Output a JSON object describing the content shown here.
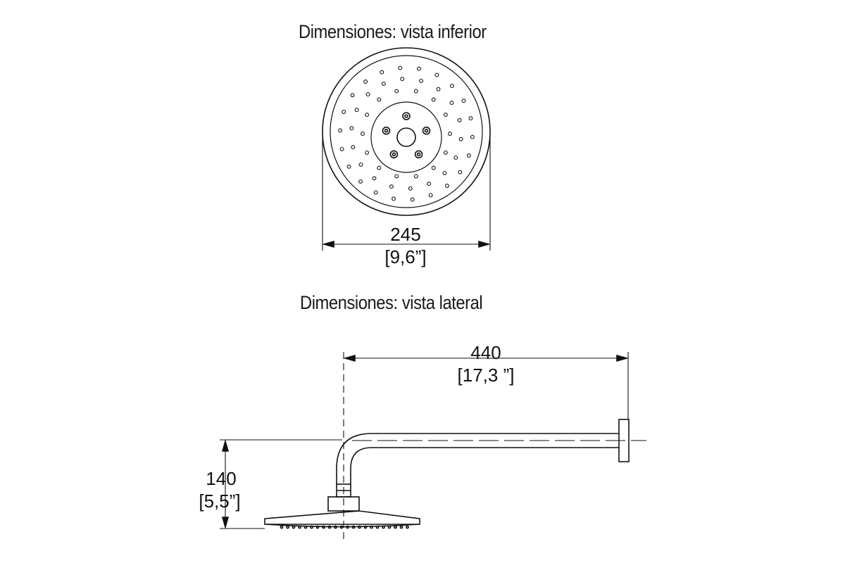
{
  "bottom_view": {
    "title": "Dimensiones: vista inferior",
    "width_mm": "245",
    "width_in": "[9,6”]"
  },
  "side_view": {
    "title": "Dimensiones: vista lateral",
    "length_mm": "440",
    "length_in": "[17,3 ”]",
    "height_mm": "140",
    "height_in": "[5,5”]"
  }
}
